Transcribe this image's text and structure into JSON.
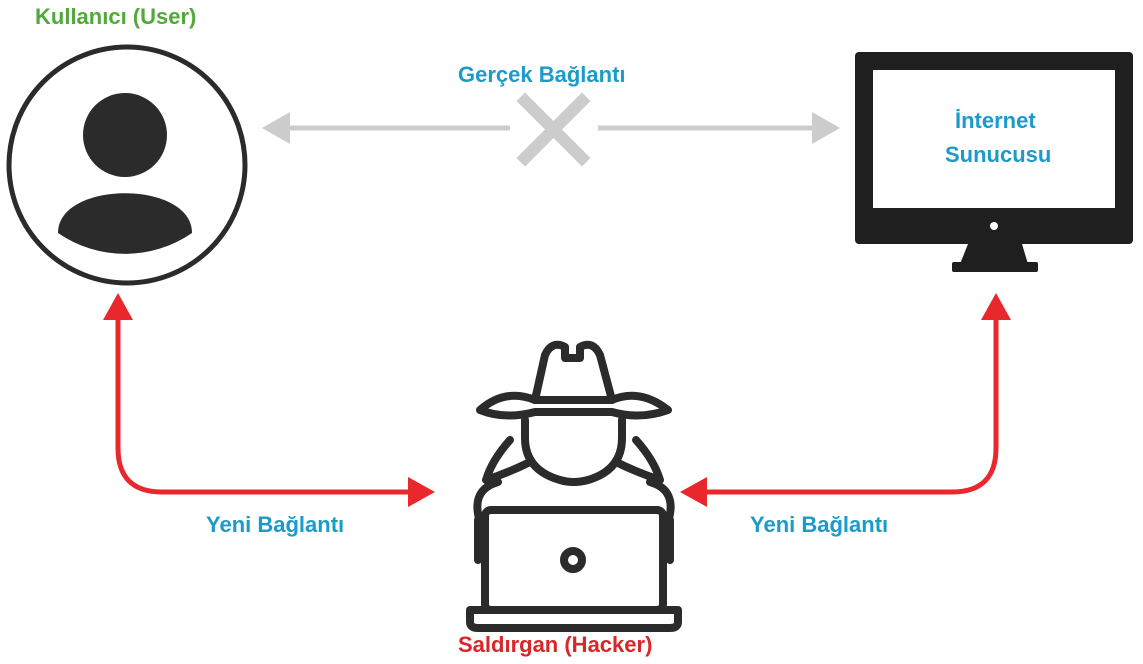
{
  "labels": {
    "user": "Kullanıcı (User)",
    "real_connection": "Gerçek Bağlantı",
    "server_line1": "İnternet",
    "server_line2": "Sunucusu",
    "new_connection_left": "Yeni Bağlantı",
    "new_connection_right": "Yeni Bağlantı",
    "attacker": "Saldırgan (Hacker)"
  },
  "colors": {
    "user_label": "#52a83a",
    "label_blue": "#1b9bc9",
    "attacker_label": "#d8262b",
    "attack_arrow": "#e8282d",
    "real_arrow": "#cccccc",
    "icon": "#2b2b2b"
  },
  "icons": [
    "user-icon",
    "monitor-icon",
    "hacker-icon",
    "cross-icon"
  ]
}
